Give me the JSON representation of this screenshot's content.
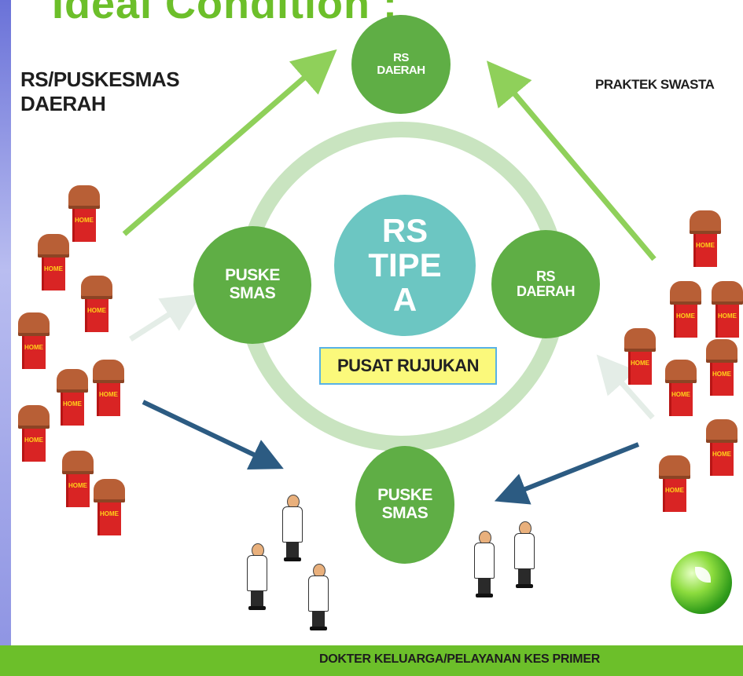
{
  "title": "Ideal Condition :",
  "left_label": "RS/PUSKESMAS\nDAERAH",
  "right_label": "PRAKTEK SWASTA",
  "nodes": {
    "top": "RS\nDAERAH",
    "left": "PUSKE\nSMAS",
    "right": "RS\nDAERAH",
    "bottom": "PUSKE\nSMAS"
  },
  "center": {
    "label": "RS\nTIPE\nA",
    "box": "PUSAT RUJUKAN"
  },
  "house_label": "HOME",
  "footer": "DOKTER KELUARGA/PELAYANAN KES PRIMER",
  "colors": {
    "node_green": "#5fae45",
    "ring_green": "#c9e4c0",
    "center_teal": "#6cc6c2",
    "arrow_green": "#8fd05a",
    "arrow_blue": "#2c5b82",
    "arrow_light": "#e4ede7",
    "footer_green": "#6cbf2a",
    "house_wall": "#d92424",
    "house_roof": "#b85f36"
  }
}
